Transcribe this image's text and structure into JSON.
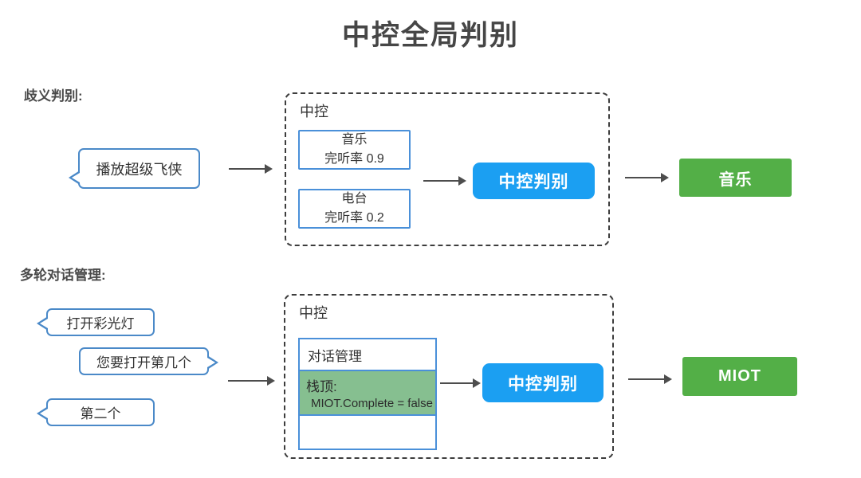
{
  "title": "中控全局判别",
  "colors": {
    "accent_blue": "#1b9ff2",
    "result_green": "#53af47",
    "stack_row_green": "#86bf90",
    "bubble_border_blue": "#4a89c8",
    "box_border_blue": "#4a90d9",
    "dashed_border": "#3d3d3d",
    "arrow_gray": "#4d4d4d",
    "text_dark": "#464646"
  },
  "ambiguity": {
    "section_label": "歧义判别:",
    "user_bubble": "播放超级飞侠",
    "controller_label": "中控",
    "candidates": [
      {
        "name": "音乐",
        "metric": "完听率 0.9"
      },
      {
        "name": "电台",
        "metric": "完听率 0.2"
      }
    ],
    "decision_button": "中控判别",
    "result": "音乐"
  },
  "dialog": {
    "section_label": "多轮对话管理:",
    "bubbles": [
      {
        "text": "打开彩光灯",
        "side": "left"
      },
      {
        "text": "您要打开第几个",
        "side": "right"
      },
      {
        "text": "第二个",
        "side": "left"
      }
    ],
    "controller_label": "中控",
    "dialog_manager": {
      "header": "对话管理",
      "stack_label": "栈顶:",
      "stack_value": "MIOT.Complete = false"
    },
    "decision_button": "中控判别",
    "result": "MIOT"
  }
}
